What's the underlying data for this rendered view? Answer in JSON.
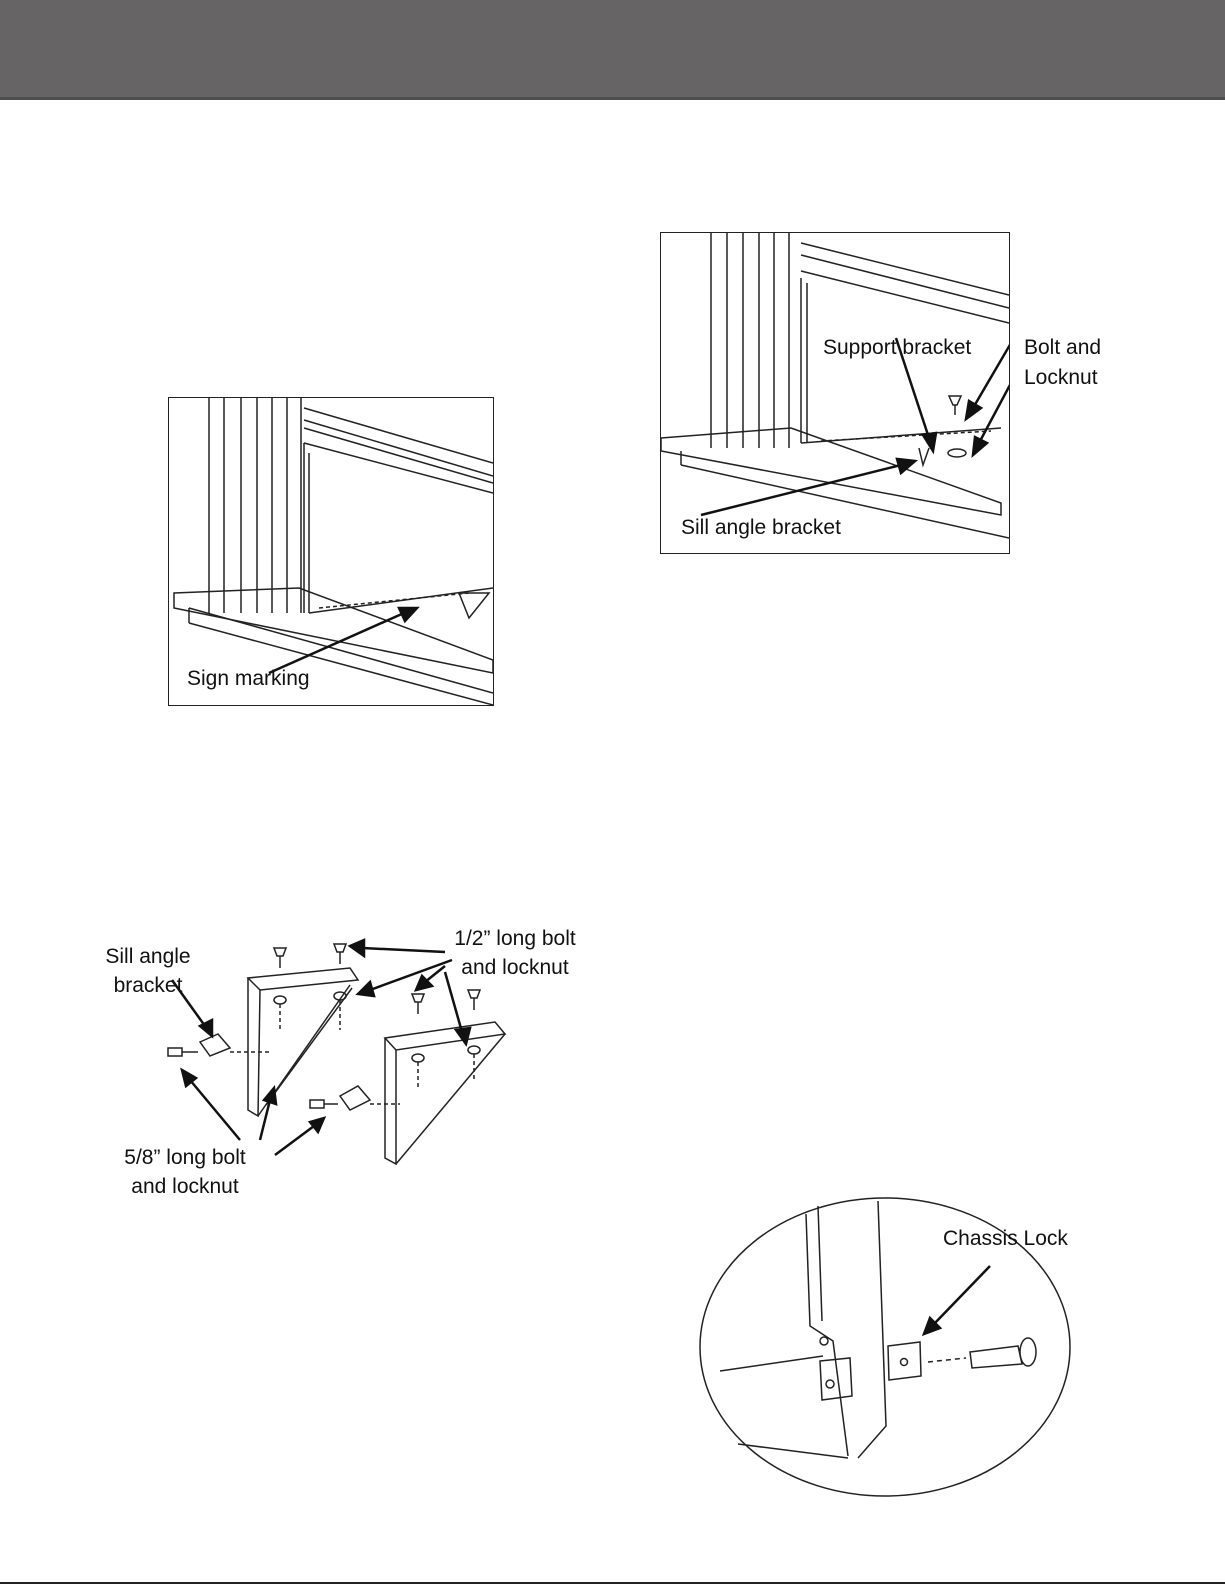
{
  "header": {
    "title": ""
  },
  "figures": {
    "sign_marking": {
      "label": "Sign marking"
    },
    "support_bracket": {
      "support_label": "Support bracket",
      "bolt_label_line1": "Bolt and",
      "bolt_label_line2": "Locknut",
      "sill_label": "Sill angle bracket"
    },
    "bracket_assembly": {
      "sill_line1": "Sill angle",
      "sill_line2": "bracket",
      "half_line1": "1/2” long bolt",
      "half_line2": "and locknut",
      "five8_line1": "5/8” long bolt",
      "five8_line2": "and locknut"
    },
    "chassis_lock": {
      "label": "Chassis Lock"
    }
  }
}
